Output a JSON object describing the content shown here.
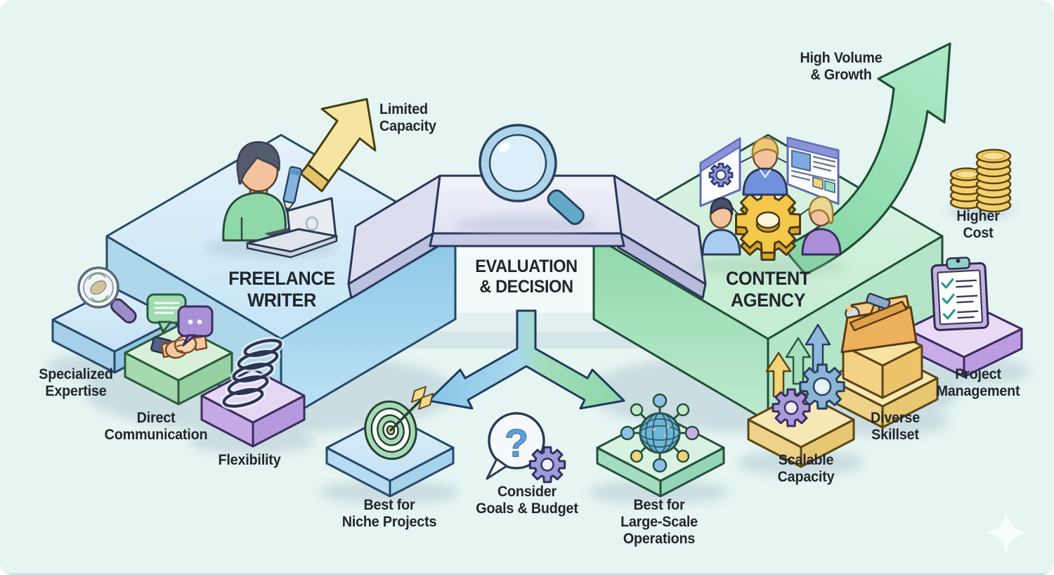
{
  "meta": {
    "description": "Isometric infographic comparing a freelance writer and a content agency with a central evaluation and decision bridge"
  },
  "freelance": {
    "title": "FREELANCE\nWRITER",
    "limited_capacity": "Limited\nCapacity",
    "specialized_expertise": "Specialized\nExpertise",
    "direct_communication": "Direct\nCommunication",
    "flexibility": "Flexibility",
    "best_for": "Best for\nNiche Projects"
  },
  "evaluation": {
    "title": "EVALUATION\n& DECISION",
    "consider": "Consider\nGoals & Budget",
    "question_glyph": "?"
  },
  "agency": {
    "title": "CONTENT\nAGENCY",
    "high_volume_growth": "High Volume\n& Growth",
    "higher_cost": "Higher\nCost",
    "scalable_capacity": "Scalable\nCapacity",
    "diverse_skillset": "Diverse\nSkillset",
    "project_management": "Project\nManagement",
    "best_for": "Best for\nLarge-Scale\nOperations"
  },
  "icons": {
    "center": "magnifier-icon",
    "freelance_person": "writer-at-laptop-icon",
    "limited": "up-arrow-icon",
    "specialized": "magnifier-leaf-icon",
    "direct": "handshake-speech-bubbles-icon",
    "flexibility": "spring-icon",
    "niche": "target-dart-icon",
    "consider": "question-bubble-gear-icon",
    "large_scale": "network-globe-icon",
    "agency_team": "team-around-gear-icon",
    "high_volume": "growth-curve-arrow-icon",
    "higher_cost": "coin-stacks-icon",
    "scalable": "gears-up-arrows-icon",
    "diverse": "toolbox-icon",
    "project": "clipboard-checklist-icon"
  },
  "colors": {
    "background": "#e6f4f2",
    "freelance_top": "#d5eaf8",
    "freelance_side": "#9bcfec",
    "agency_top": "#d5f1dd",
    "agency_side": "#9cdcb4",
    "bridge": "#ecedf8",
    "accent_yellow": "#f2d479",
    "accent_purple": "#c9ace7",
    "text": "#20262c"
  }
}
